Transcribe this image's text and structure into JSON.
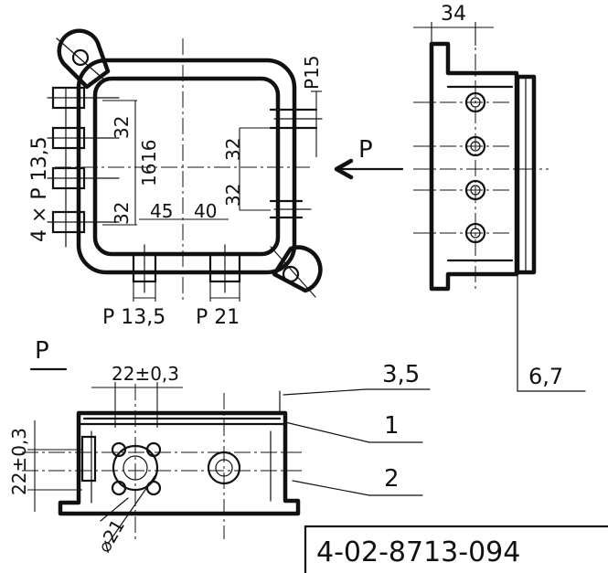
{
  "top_view": {
    "inlet_label": "4 × P 13,5",
    "inlet_pitch_top": "32",
    "inlet_pitch_bottom": "32",
    "center_offset_upper": "16",
    "center_offset_lower": "16",
    "outlet_label": "P15",
    "outlet_pitch_upper": "32",
    "outlet_pitch_lower": "32",
    "dim_left": "45",
    "dim_right": "40",
    "bottom_port_left": "P 13,5",
    "bottom_port_right": "P 21"
  },
  "side_view": {
    "width_dim": "34",
    "view_arrow_label": "P",
    "thickness_label": "6,7"
  },
  "section_p": {
    "view_label": "P",
    "pitch_horizontal": "22±0,3",
    "pitch_vertical": "22±0,3",
    "diameter_label": "⌀21",
    "callout_1": "1",
    "callout_2": "2",
    "gap_label": "3,5"
  },
  "title_block": {
    "drawing_number": "4-02-8713-094"
  }
}
